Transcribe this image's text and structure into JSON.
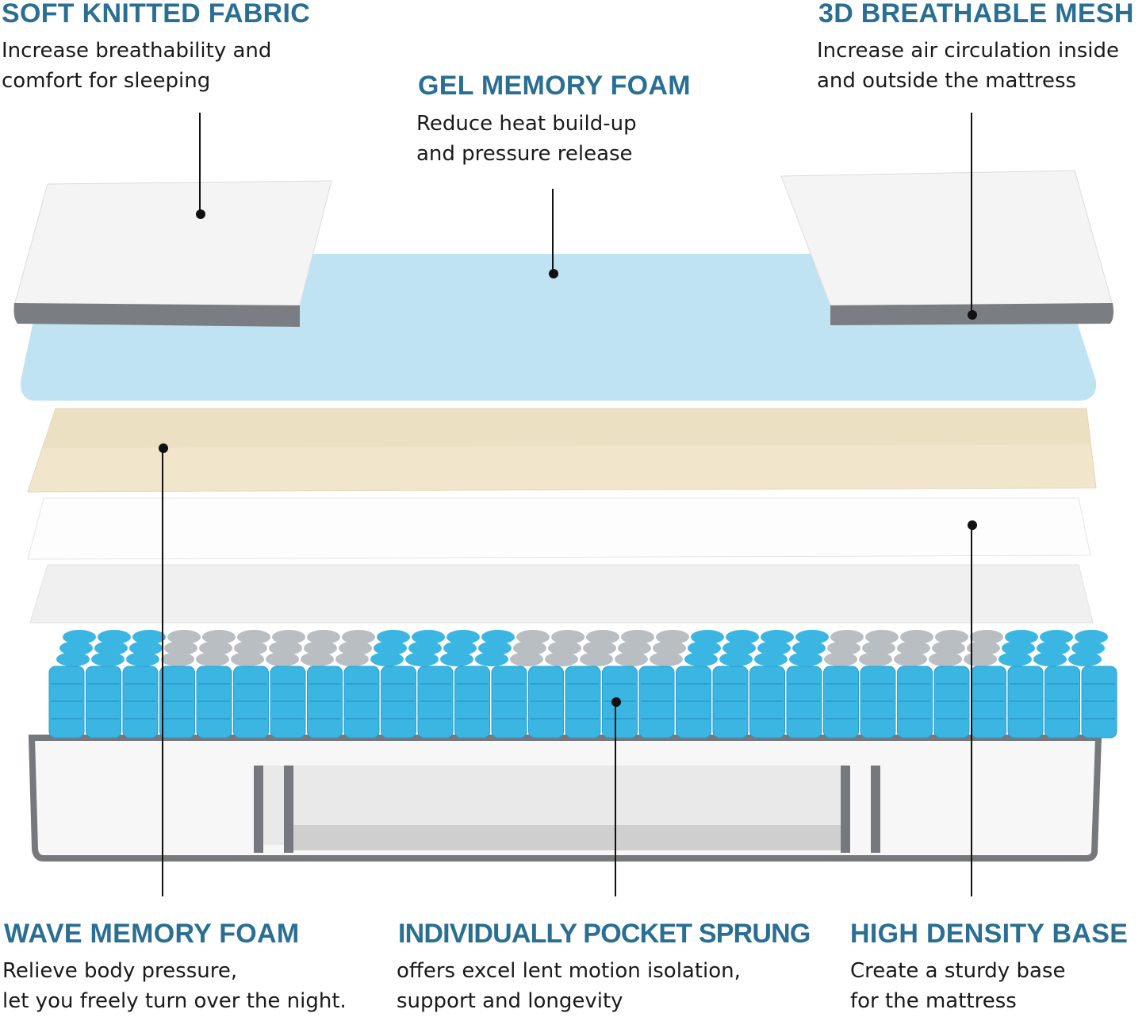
{
  "labels": [
    {
      "title": "SOFT KNITTED FABRIC",
      "lines": [
        "Increase breathability and",
        "comfort for sleeping"
      ]
    },
    {
      "title": "GEL MEMORY FOAM",
      "lines": [
        "Reduce heat build-up",
        "and pressure release"
      ]
    },
    {
      "title": "3D BREATHABLE MESH",
      "lines": [
        "Increase air circulation inside",
        "and outside the mattress"
      ]
    },
    {
      "title": "WAVE MEMORY FOAM",
      "lines": [
        "Relieve body pressure,",
        "let you freely turn over the night."
      ]
    },
    {
      "title": "INDIVIDUALLY POCKET SPRUNG",
      "lines": [
        "offers excel lent motion isolation,",
        "support and longevity"
      ]
    },
    {
      "title": "HIGH DENSITY BASE",
      "lines": [
        "Create a sturdy base",
        "for the mattress"
      ]
    }
  ],
  "colors": {
    "heading": "#2a6f93",
    "gel": "#bfe3f3",
    "wave": "#f1e6cc",
    "spring": "#3bb6e2",
    "spring_grey": "#b9bec3",
    "edge": "#75797d"
  }
}
